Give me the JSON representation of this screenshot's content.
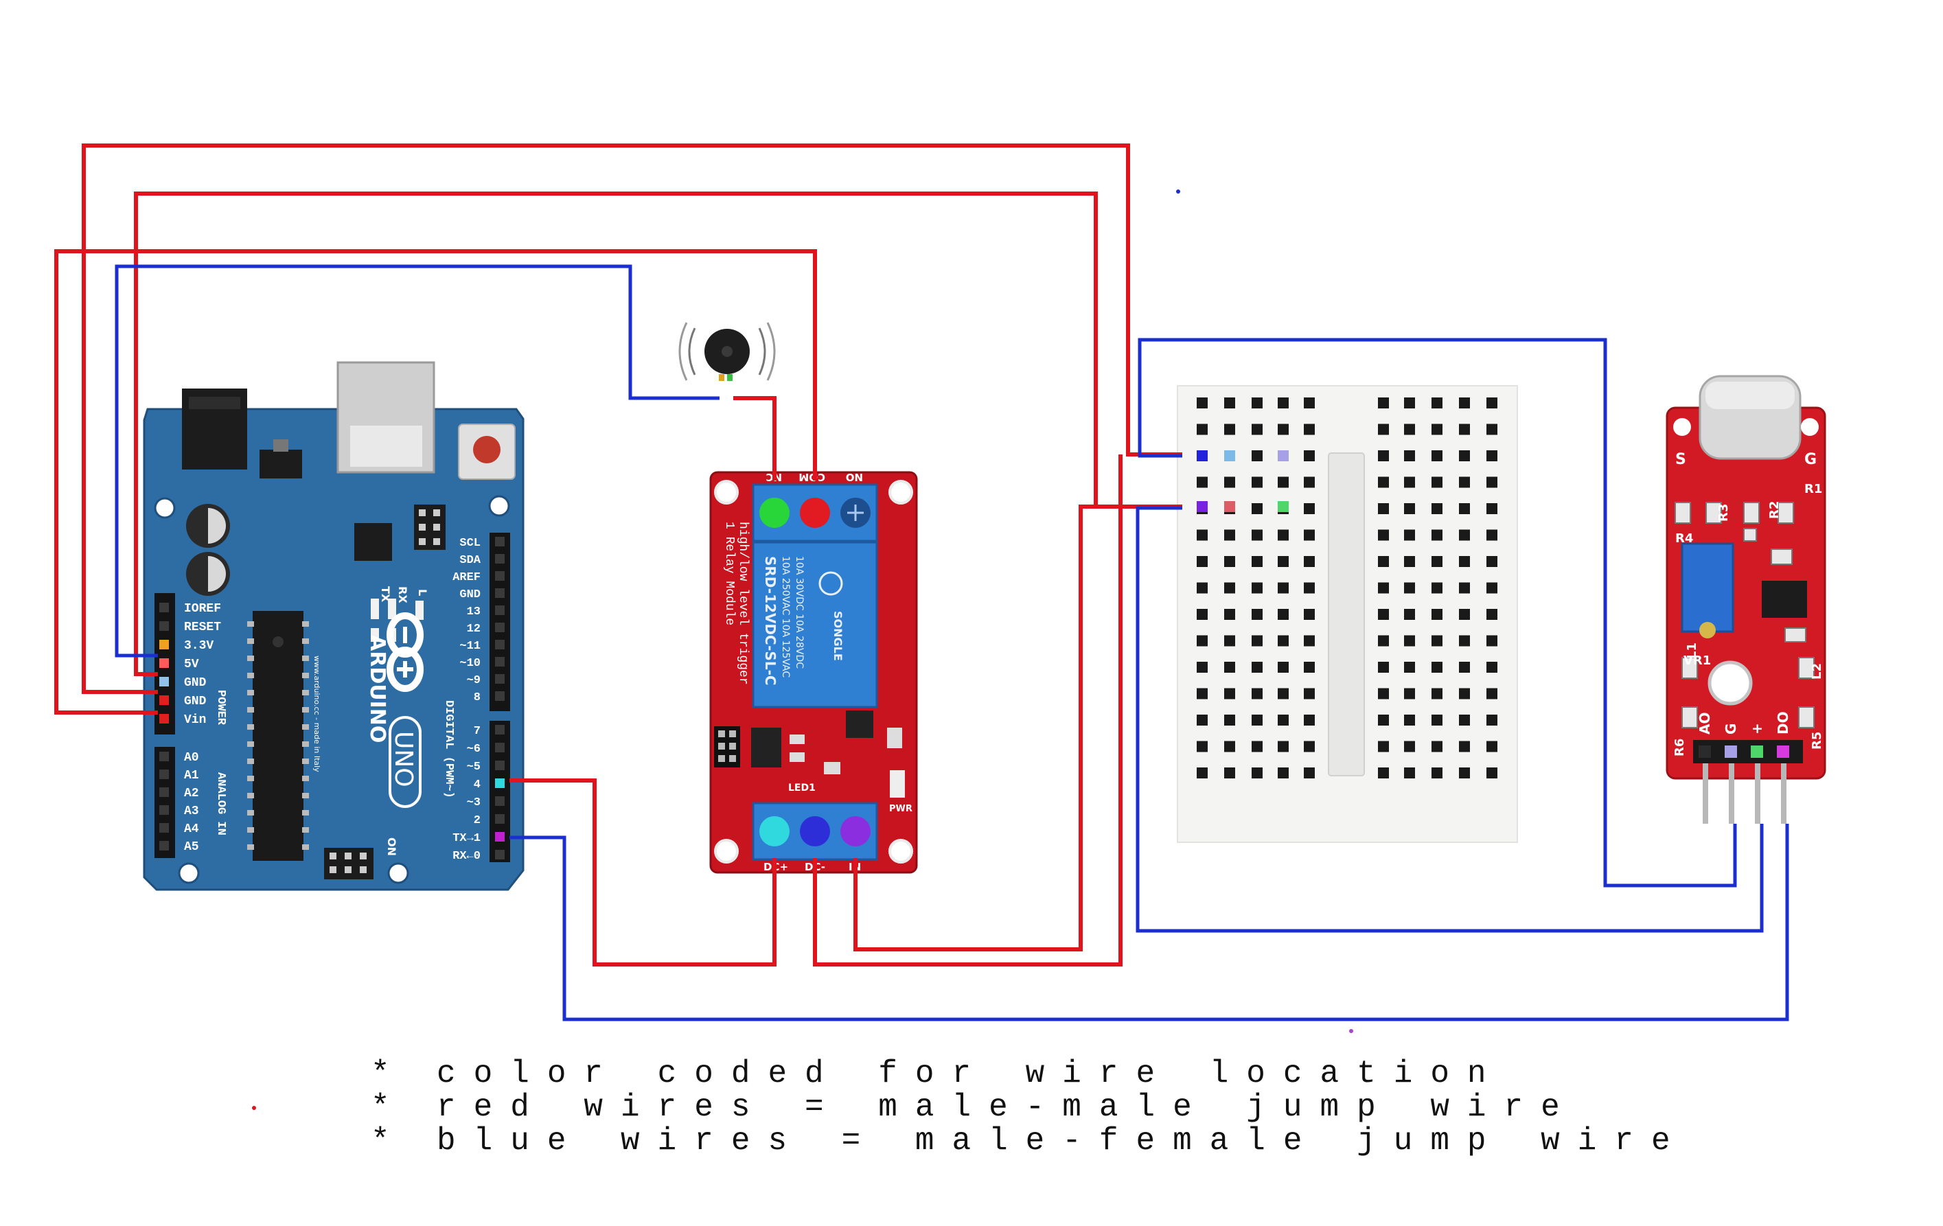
{
  "diagram": {
    "relay": {
      "top_labels": [
        "NC",
        "COM",
        "NO"
      ],
      "bottom_labels": [
        "DC+",
        "DC-",
        "IN"
      ],
      "side_text_1": "1 Relay Module",
      "side_text_2": "high/low level trigger",
      "relay_brand": "SONGLE",
      "relay_model": "SRD-12VDC-SL-C",
      "relay_rating_1": "10A 250VAC 10A 125VAC",
      "relay_rating_2": "10A 30VDC 10A 28VDC",
      "led_label": "LED1",
      "pwr_label": "PWR"
    },
    "arduino": {
      "brand": "ARDUINO",
      "model": "UNO",
      "website": "www.arduino.cc - made in Italy",
      "power_section": "POWER",
      "analog_section": "ANALOG IN",
      "digital_section": "DIGITAL (PWM~)",
      "on_label": "ON",
      "power_pins": [
        "IOREF",
        "RESET",
        "3.3V",
        "5V",
        "GND",
        "GND",
        "Vin"
      ],
      "analog_pins": [
        "A0",
        "A1",
        "A2",
        "A3",
        "A4",
        "A5"
      ],
      "digital_top_pins": [
        "SCL",
        "SDA",
        "AREF",
        "GND",
        "13",
        "12",
        "~11",
        "~10",
        "~9",
        "8"
      ],
      "digital_bottom_pins": [
        "7",
        "~6",
        "~5",
        "4",
        "~3",
        "2",
        "TX→1",
        "RX←0"
      ],
      "tx_label": "TX",
      "rx_label": "RX",
      "l_label": "L"
    },
    "sound_sensor": {
      "labels": [
        "S",
        "G"
      ],
      "pin_labels": [
        "AO",
        "G",
        "+",
        "DO"
      ],
      "components": [
        "R1",
        "R2",
        "R3",
        "R4",
        "R5",
        "R6",
        "L1",
        "L2",
        "VR1"
      ]
    },
    "colors": {
      "red_wire": "#e0141c",
      "blue_wire": "#1b2fd0",
      "arduino_board": "#2e6da4",
      "relay_board": "#c8141f",
      "sensor_board": "#d21a24",
      "breadboard": "#f4f4f2"
    }
  },
  "notes": [
    {
      "bullet": "*",
      "text": "color coded for wire location"
    },
    {
      "bullet": "*",
      "text": "red wires = male-male jump wire"
    },
    {
      "bullet": "*",
      "text": "blue wires = male-female jump wire"
    }
  ]
}
